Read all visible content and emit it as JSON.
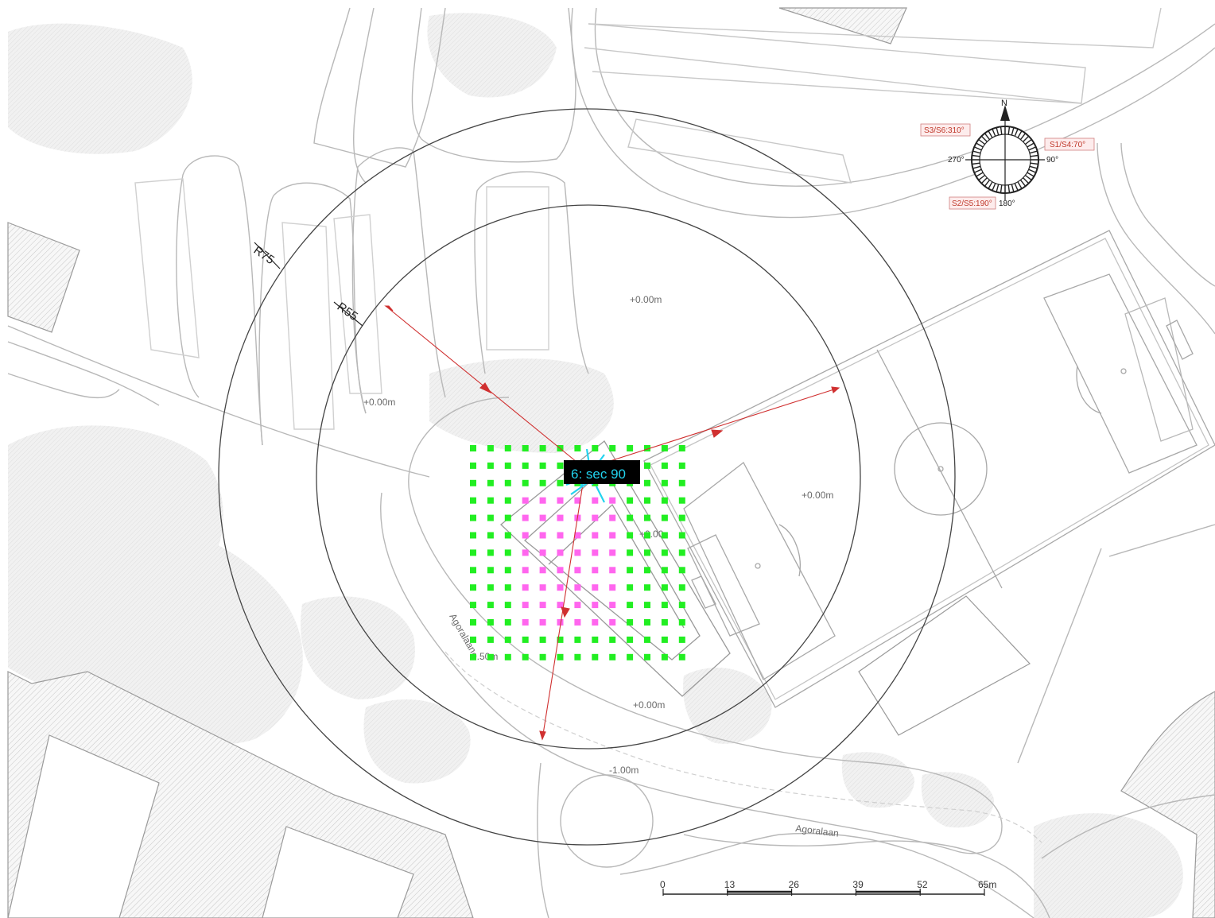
{
  "radius_labels": {
    "outer": "R75",
    "inner": "R55"
  },
  "elevations": {
    "top": "+0.00m",
    "left": "+0.00m",
    "right": "+0.00m",
    "center": "+0.00",
    "bottom": "+0.00m",
    "low": "-1.00m",
    "southwest": "0.50m"
  },
  "street_names": {
    "diagonal": "Agoralaan",
    "south": "Agoralaan"
  },
  "compass": {
    "north": "N",
    "deg_270": "270°",
    "deg_90": "90°",
    "deg_180": "180°",
    "tag_s3s6": "S3/S6:310°",
    "tag_s1s4": "S1/S4:70°",
    "tag_s2s5": "S2/S5:190°"
  },
  "sensor_label": "6: sec 90",
  "scale_bar": {
    "ticks": [
      "0",
      "13",
      "26",
      "39",
      "52",
      "65m"
    ]
  },
  "grid": {
    "cols": 13,
    "rows": 13,
    "inner_cols": [
      3,
      8
    ],
    "inner_rows": [
      3,
      10
    ]
  },
  "colors": {
    "grid_outer": "#22ee22",
    "grid_inner": "#ff66ee",
    "arrow": "#d03030",
    "sensor_box": "#000000",
    "sensor_text": "#22d3ee"
  },
  "icons": [
    "compass-rose-icon",
    "north-arrow-icon",
    "direction-arrow-icon"
  ]
}
